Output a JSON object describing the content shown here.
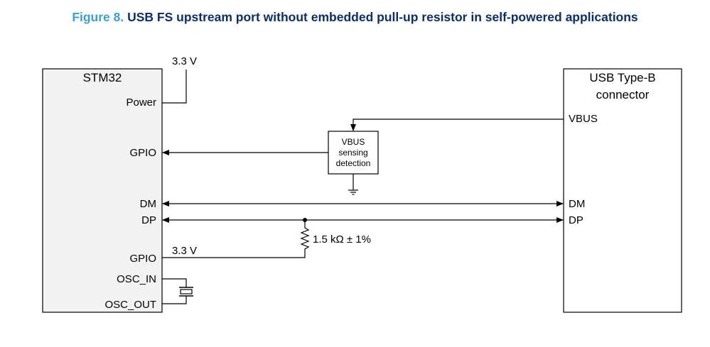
{
  "figure": {
    "label": "Figure 8.",
    "title": "USB FS upstream port without embedded pull-up resistor in self-powered applications"
  },
  "mcu": {
    "name": "STM32",
    "pins": {
      "power": "Power",
      "gpio_vbus": "GPIO",
      "dm": "DM",
      "dp": "DP",
      "gpio_pullup": "GPIO",
      "osc_in": "OSC_IN",
      "osc_out": "OSC_OUT"
    }
  },
  "connector": {
    "name_line1": "USB Type-B",
    "name_line2": "connector",
    "pins": {
      "vbus": "VBUS",
      "dm": "DM",
      "dp": "DP"
    }
  },
  "vbus_block": {
    "line1": "VBUS",
    "line2": "sensing",
    "line3": "detection"
  },
  "supply_top": "3.3 V",
  "supply_pullup": "3.3 V",
  "resistor": "1.5 kΩ ± 1%"
}
